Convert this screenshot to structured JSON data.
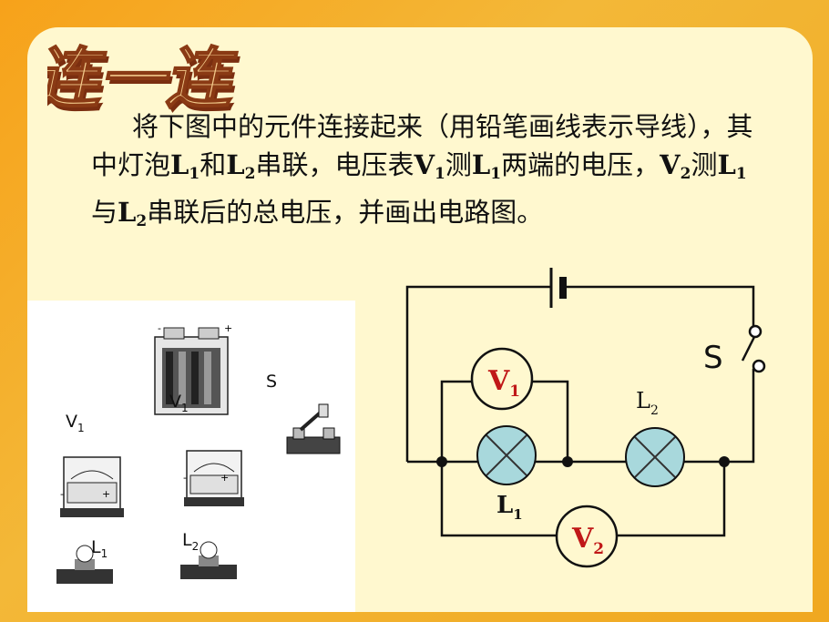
{
  "title": "连一连",
  "problem": {
    "p1": "将下图中的元件连接起来（用铅笔画线表示导线），其中灯泡",
    "L": "L",
    "s1": "1",
    "p2": "和",
    "s2": "2",
    "p3": "串联，电压表",
    "V": "V",
    "s3": "1",
    "p4": "测",
    "s4": "1",
    "p5": "两端的电压，",
    "s5": "2",
    "p6": "测",
    "s6": "1",
    "p7": "与",
    "s7": "2",
    "p8": "串联后的总电压，并画出电路图。"
  },
  "components": {
    "battery_label_V": "V",
    "battery_label_sub": "1",
    "switch_label": "S",
    "v1_label": "V",
    "v1_sub": "1",
    "l1_label": "L",
    "l1_sub": "1",
    "l2_label": "L",
    "l2_sub": "2",
    "plus": "+",
    "minus": "-"
  },
  "circuit": {
    "switch_label": "S",
    "v1_letter": "V",
    "v1_sub": "1",
    "v2_letter": "V",
    "v2_sub": "2",
    "l1_letter": "L",
    "l1_sub": "1",
    "l2_letter": "L",
    "l2_sub": "2",
    "meter_color": "#c01818",
    "lamp_fill": "#a8d8dc"
  }
}
